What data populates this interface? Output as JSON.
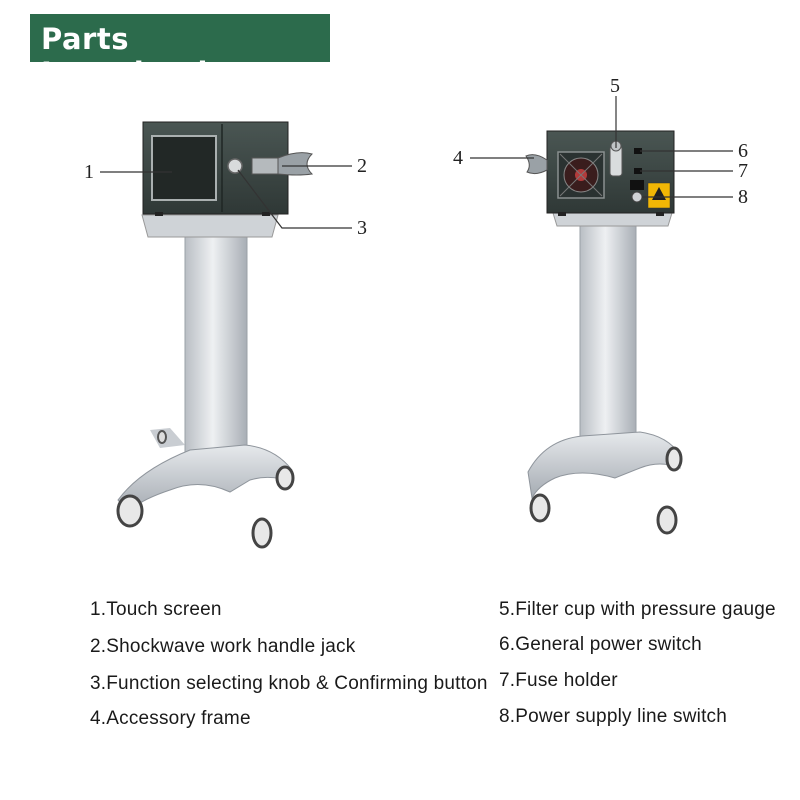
{
  "header": {
    "title": "Parts Introduction"
  },
  "callouts": {
    "c1": "1",
    "c2": "2",
    "c3": "3",
    "c4": "4",
    "c5": "5",
    "c6": "6",
    "c7": "7",
    "c8": "8"
  },
  "parts": [
    {
      "label": "1.Touch screen"
    },
    {
      "label": "2.Shockwave work handle jack"
    },
    {
      "label": "3.Function selecting knob & Confirming button"
    },
    {
      "label": "4.Accessory frame"
    },
    {
      "label": "5.Filter cup with pressure gauge"
    },
    {
      "label": "6.General power switch"
    },
    {
      "label": "7.Fuse holder"
    },
    {
      "label": "8.Power supply line switch"
    }
  ],
  "colors": {
    "banner": "#2c6b4c",
    "device_body": "#3c4744",
    "warning_label": "#f2b705"
  }
}
